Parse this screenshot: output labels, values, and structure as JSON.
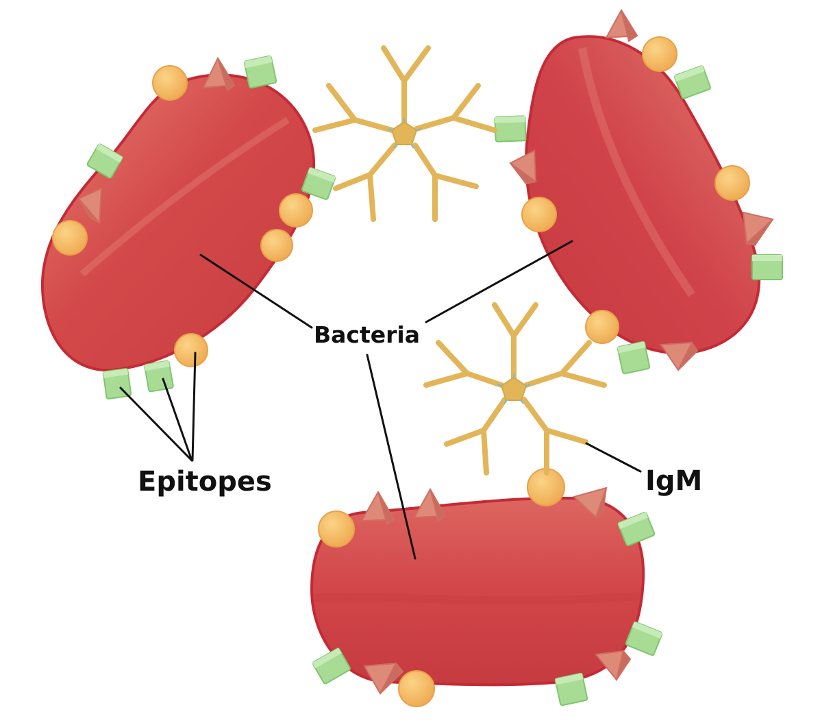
{
  "labels": {
    "bacteria": "Bacteria",
    "epitopes": "Epitopes",
    "igm": "IgM"
  },
  "colors": {
    "bacteria_fill": "#cf4747",
    "bacteria_edge": "#c42a35",
    "bacteria_highlight": "#e2776c",
    "epitope_sphere": "#f2b35c",
    "epitope_cube": "#a8dc94",
    "epitope_pyramid": "#de8a78",
    "antibody": "#e2b559",
    "leader_line": "#111111"
  },
  "icons": {
    "epitope_shapes": [
      "sphere-icon",
      "cube-icon",
      "pyramid-icon"
    ],
    "antibody": "igm-pentamer-icon"
  }
}
